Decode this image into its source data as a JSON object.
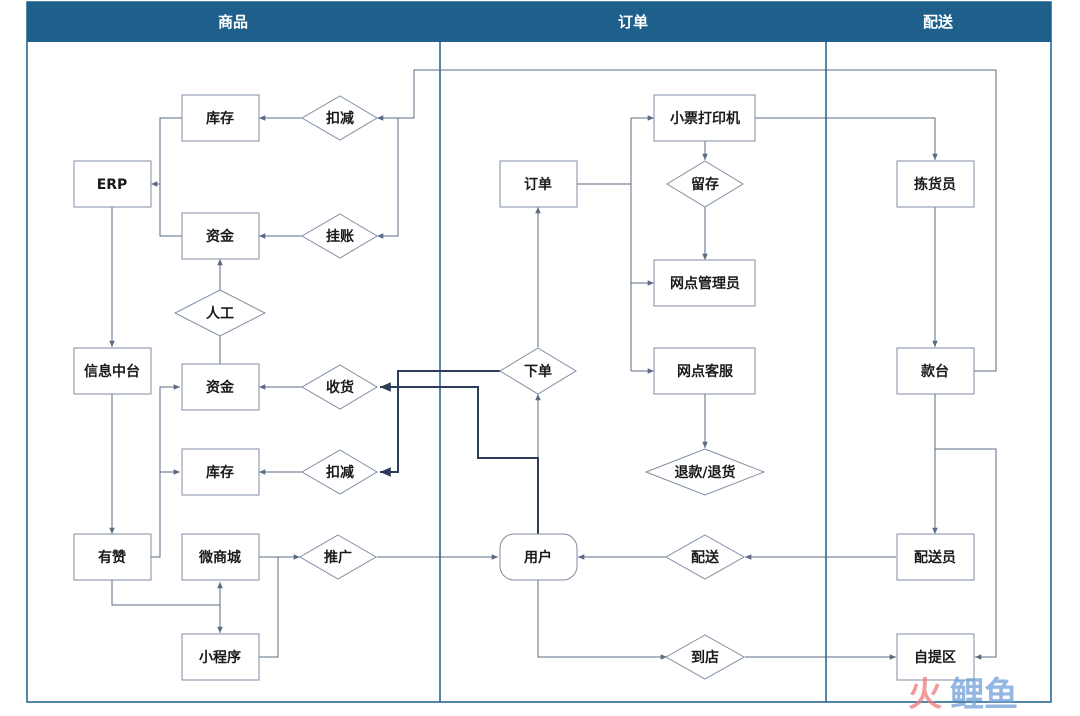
{
  "colors": {
    "header": "#1f5f8b",
    "node_border": "#7f8ea3",
    "edge": "#5a6b82",
    "edge_bold": "#2c3e57",
    "watermark_fire": "#f07a7a",
    "watermark_fish": "#6fa0d8"
  },
  "lanes": [
    "商品",
    "订单",
    "配送"
  ],
  "nodes": {
    "kucun_top": "库存",
    "erp": "ERP",
    "zijin_top": "资金",
    "rengong": "人工",
    "xinxi": "信息中台",
    "zijin_mid": "资金",
    "kucun_bot": "库存",
    "youzan": "有赞",
    "weishangcheng": "微商城",
    "xiaochengxu": "小程序",
    "koujian_top": "扣减",
    "guazhang": "挂账",
    "shouhuo": "收货",
    "koujian_bot": "扣减",
    "tuiguang": "推广",
    "dingdan": "订单",
    "xiaopiao": "小票打印机",
    "liucun": "留存",
    "wangdian_gly": "网点管理员",
    "xiadan": "下单",
    "wangdian_kf": "网点客服",
    "tuikuan": "退款/退货",
    "yonghu": "用户",
    "peisong_d": "配送",
    "daodian": "到店",
    "jianhuo": "拣货员",
    "kuantai": "款台",
    "peisongyuan": "配送员",
    "ziti": "自提区"
  },
  "watermark": "火鲤鱼"
}
